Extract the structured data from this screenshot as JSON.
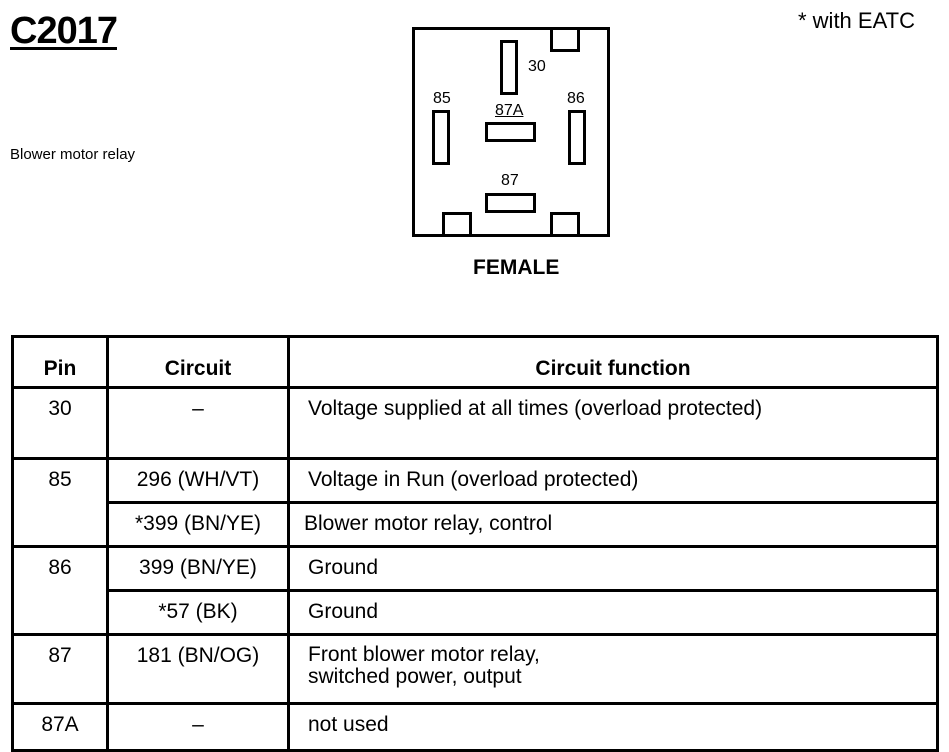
{
  "connector": {
    "id": "C2017",
    "description": "Blower motor relay",
    "footnote": "* with EATC",
    "gender": "FEMALE",
    "pin_labels": [
      "30",
      "85",
      "87A",
      "86",
      "87"
    ]
  },
  "table": {
    "headers": [
      "Pin",
      "Circuit",
      "Circuit function"
    ],
    "rows": [
      {
        "pin": "30",
        "circuit": "–",
        "function": "Voltage supplied at all times (overload protected)"
      },
      {
        "pin": "85",
        "circuit": "296 (WH/VT)",
        "function": "Voltage in Run (overload protected)"
      },
      {
        "pin": "",
        "circuit": "*399 (BN/YE)",
        "function": "Blower motor relay, control"
      },
      {
        "pin": "86",
        "circuit": "399 (BN/YE)",
        "function": "Ground"
      },
      {
        "pin": "",
        "circuit": "*57 (BK)",
        "function": "Ground"
      },
      {
        "pin": "87",
        "circuit": "181 (BN/OG)",
        "function_line1": "Front blower motor relay,",
        "function_line2": "switched power, output"
      },
      {
        "pin": "87A",
        "circuit": "–",
        "function": "not used"
      }
    ]
  }
}
